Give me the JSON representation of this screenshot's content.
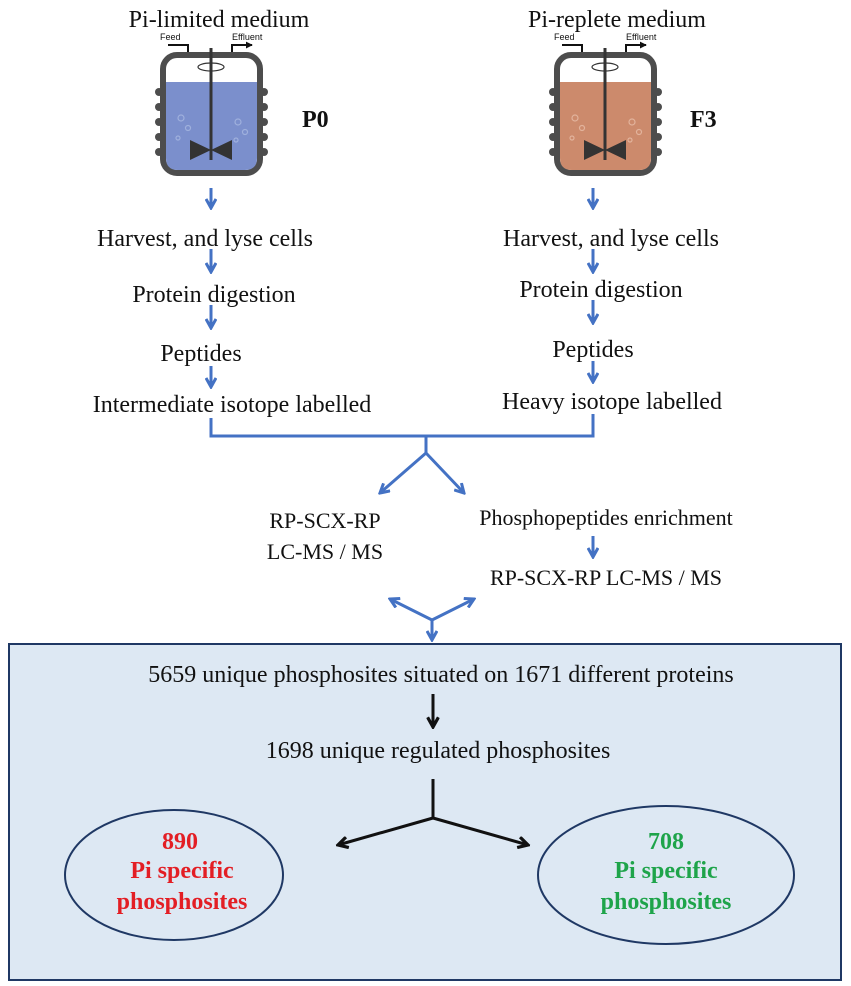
{
  "left": {
    "medium": "Pi-limited medium",
    "feed": "Feed",
    "effluent": "Effluent",
    "label": "P0",
    "color": "#7b8fcc",
    "steps": [
      "Harvest, and lyse cells",
      "Protein digestion",
      "Peptides",
      "Intermediate isotope labelled"
    ]
  },
  "right": {
    "medium": "Pi-replete medium",
    "feed": "Feed",
    "effluent": "Effluent",
    "label": "F3",
    "color": "#cc8a6c",
    "steps": [
      "Harvest, and lyse cells",
      "Protein digestion",
      "Peptides",
      "Heavy isotope labelled"
    ]
  },
  "branch_left": [
    "RP-SCX-RP",
    "LC-MS / MS"
  ],
  "branch_right": [
    "Phosphopeptides enrichment",
    "RP-SCX-RP LC-MS / MS"
  ],
  "results": {
    "summary": "5659 unique phosphosites situated on 1671 different proteins",
    "regulated": "1698 unique regulated phosphosites",
    "left_count": "890",
    "left_line1": "Pi specific",
    "left_line2": "phosphosites",
    "left_color": "#e31e24",
    "right_count": "708",
    "right_line1": "Pi specific",
    "right_line2": "phosphosites",
    "right_color": "#1ea44a"
  },
  "colors": {
    "arrow": "#4472c4",
    "panel_fill": "#dde8f3",
    "panel_border": "#1f3864"
  }
}
